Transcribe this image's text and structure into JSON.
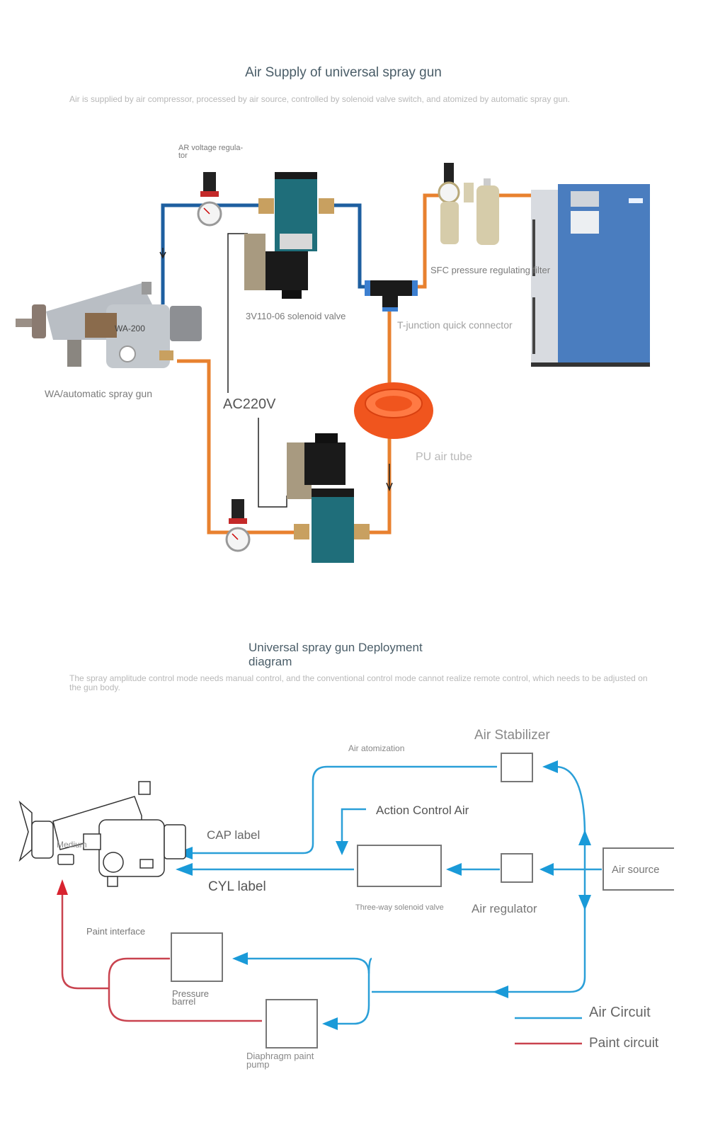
{
  "section1": {
    "title": "Air Supply of universal spray gun",
    "subtitle": "Air is supplied by air compressor, processed by air source, controlled by solenoid valve switch, and atomized by automatic spray gun.",
    "labels": {
      "ar_regulator": "AR voltage regula-\ntor",
      "solenoid_valve": "3V110-06 solenoid valve",
      "sfc_filter": "SFC pressure regulating filter",
      "t_junction": "T-junction quick connector",
      "spray_gun": "WA/automatic spray gun",
      "voltage": "AC220V",
      "pu_tube": "PU air tube"
    },
    "gun_marking": "WA-200",
    "colors": {
      "blue_pipe": "#1e5fa0",
      "orange_pipe": "#e8812f",
      "compressor": "#4a7dbf"
    }
  },
  "section2": {
    "title": "Universal spray gun Deployment\ndiagram",
    "subtitle": "The spray amplitude control mode needs manual control, and the conventional control mode cannot realize remote control, which needs to be adjusted on the gun body.",
    "labels": {
      "air_stabilizer": "Air Stabilizer",
      "air_atomization": "Air atomization",
      "action_control_air": "Action Control Air",
      "cap_label": "CAP label",
      "cyl_label": "CYL label",
      "medium": "Medium",
      "air_source": "Air source",
      "three_way_valve": "Three-way solenoid valve",
      "air_regulator": "Air regulator",
      "paint_interface": "Paint interface",
      "pressure_barrel": "Pressure\nbarrel",
      "diaphragm_pump": "Diaphragm paint\npump"
    },
    "legend": [
      {
        "label": "Air Circuit",
        "color": "#2a9fd8"
      },
      {
        "label": "Paint circuit",
        "color": "#d0454f"
      }
    ]
  }
}
